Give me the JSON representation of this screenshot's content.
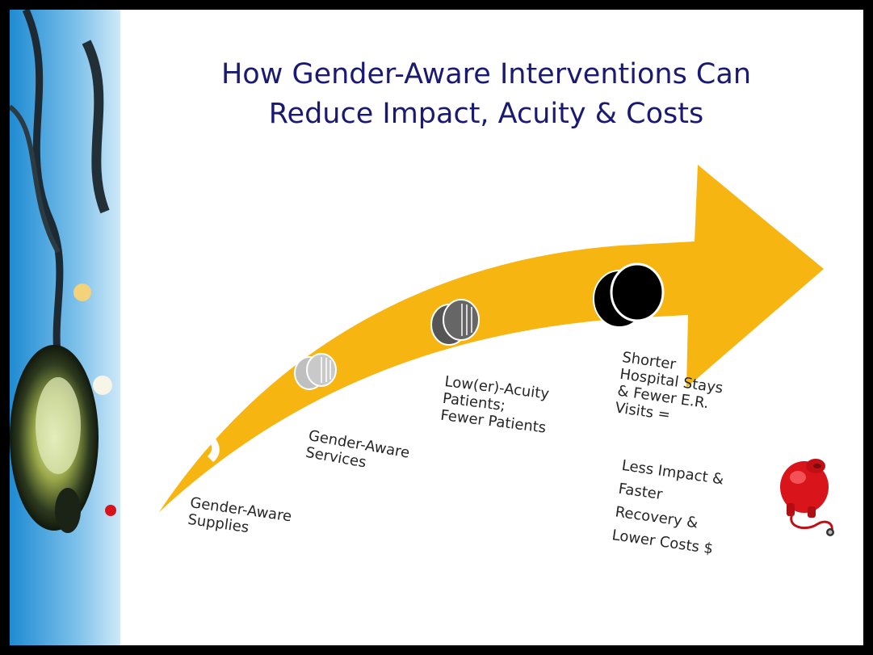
{
  "title": {
    "line1": "How Gender-Aware Interventions Can",
    "line2": "Reduce Impact, Acuity & Costs"
  },
  "stages": [
    {
      "lines": [
        "Gender-Aware",
        "Supplies"
      ]
    },
    {
      "lines": [
        "Gender-Aware",
        "Services"
      ]
    },
    {
      "lines": [
        "Low(er)-Acuity",
        "Patients;",
        "Fewer Patients"
      ]
    },
    {
      "lines": [
        "Shorter",
        "Hospital  Stays",
        "& Fewer E.R.",
        "Visits ="
      ]
    }
  ],
  "outcome": {
    "lines": [
      "Less Impact &",
      "Faster",
      "Recovery &",
      "Lower Costs $"
    ]
  },
  "colors": {
    "arrow": "#f7b512",
    "title": "#1a1a73",
    "text": "#262626",
    "piggy": "#d9141b"
  },
  "icons": [
    "coin-light-icon",
    "coin-medium-icon",
    "coin-dark-icon",
    "coin-black-icon",
    "piggy-bank-stethoscope-icon",
    "stethoscope-decoration"
  ]
}
